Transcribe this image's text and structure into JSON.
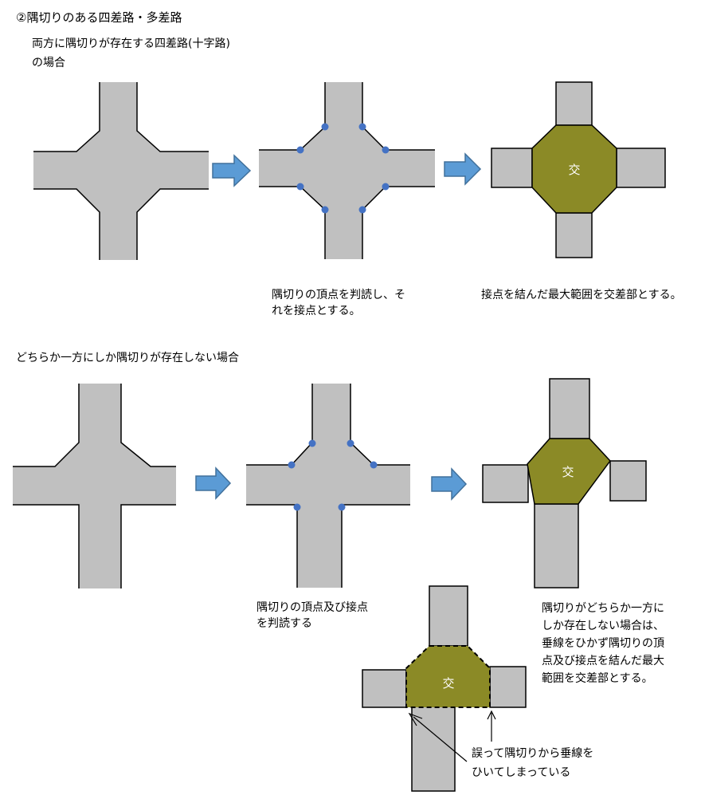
{
  "section1": {
    "title": "②隅切りのある四差路・多差路",
    "subtitle_line1": "両方に隅切りが存在する四差路(十字路)",
    "subtitle_line2": "の場合",
    "caption_vertices": "隅切りの頂点を判読し、そ\nれを接点とする。",
    "caption_result": "接点を結んだ最大範囲を交差部とする。",
    "intersection_label": "交"
  },
  "section2": {
    "title": "どちらか一方にしか隅切りが存在しない場合",
    "caption_vertices": "隅切りの頂点及び接点\nを判読する",
    "caption_result": "隅切りがどちらか一方に\nしか存在しない場合は、\n垂線をひかず隅切りの頂\n点及び接点を結んだ最大\n範囲を交差部とする。",
    "caption_error": "誤って隅切りから垂線を\nひいてしまっている",
    "intersection_label": "交"
  },
  "colors": {
    "road": "#c0c0c0",
    "intersection": "#8b8a26",
    "vertex_dot": "#4472c4",
    "arrow_fill": "#5b9bd5",
    "arrow_stroke": "#41719c"
  }
}
